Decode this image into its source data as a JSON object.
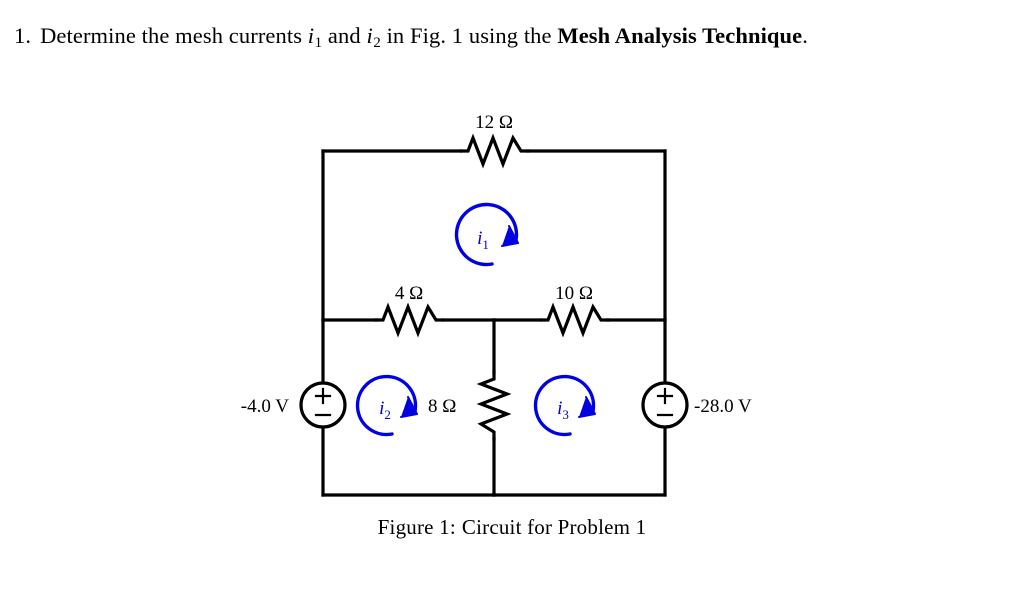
{
  "problem": {
    "number": "1.",
    "text_before_i1": "Determine the mesh currents",
    "i1_symbol": "i",
    "i1_subscript": "1",
    "conjunction": "and",
    "i2_symbol": "i",
    "i2_subscript": "2",
    "text_after": "in Fig. 1 using the",
    "emphasis": "Mesh Analysis Technique",
    "period": "."
  },
  "figure": {
    "caption_label": "Figure 1:",
    "caption_text": "Circuit for Problem 1",
    "colors": {
      "wire": "#000000",
      "mesh_arrow": "#0000e2",
      "background": "#ffffff"
    },
    "components": [
      {
        "id": "r-top",
        "name": "resistor-12-ohm",
        "label": "12 Ω",
        "value": "12",
        "unit": "Ω",
        "orientation": "horizontal",
        "position": "top-branch"
      },
      {
        "id": "r-left-mid",
        "name": "resistor-4-ohm",
        "label": "4 Ω",
        "value": "4",
        "unit": "Ω",
        "orientation": "horizontal",
        "position": "middle-branch-left"
      },
      {
        "id": "r-right-mid",
        "name": "resistor-10-ohm",
        "label": "10 Ω",
        "value": "10",
        "unit": "Ω",
        "orientation": "horizontal",
        "position": "middle-branch-right"
      },
      {
        "id": "r-center",
        "name": "resistor-8-ohm",
        "label": "8 Ω",
        "value": "8",
        "unit": "Ω",
        "orientation": "vertical",
        "position": "center-branch"
      }
    ],
    "sources": [
      {
        "id": "vs-left",
        "name": "voltage-source-left",
        "label": "-4.0 V",
        "value": "-4.0",
        "unit": "V",
        "plus": "+",
        "minus": "−",
        "position": "left-branch"
      },
      {
        "id": "vs-right",
        "name": "voltage-source-right",
        "label": "-28.0 V",
        "value": "-28.0",
        "unit": "V",
        "plus": "+",
        "minus": "−",
        "position": "right-branch"
      }
    ],
    "mesh_currents": [
      {
        "id": "mesh-i1",
        "symbol": "i",
        "subscript": "1",
        "direction": "clockwise",
        "loop": "top"
      },
      {
        "id": "mesh-i2",
        "symbol": "i",
        "subscript": "2",
        "direction": "clockwise",
        "loop": "bottom-left"
      },
      {
        "id": "mesh-i3",
        "symbol": "i",
        "subscript": "3",
        "direction": "clockwise",
        "loop": "bottom-right"
      }
    ]
  }
}
